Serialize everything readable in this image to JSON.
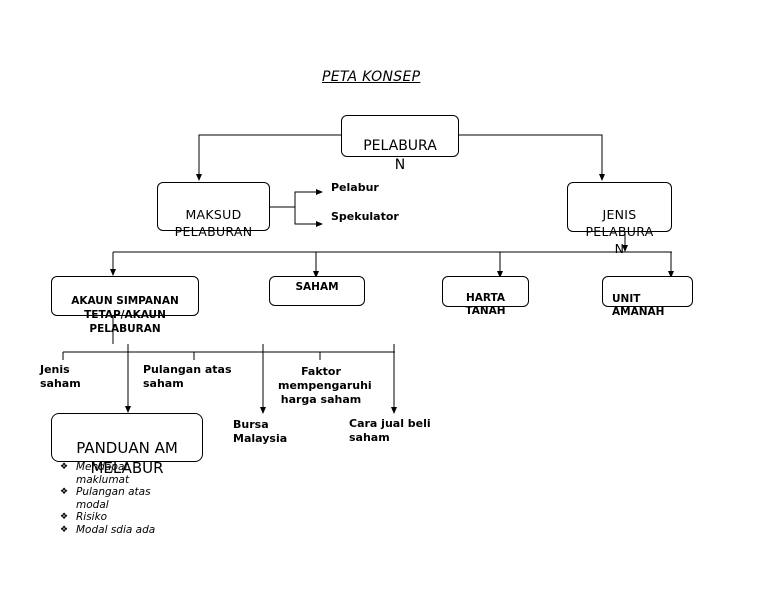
{
  "title": "PETA KONSEP",
  "nodes": {
    "root": "PELABURA\nN",
    "maksud": "MAKSUD\nPELABURAN",
    "jenis": "JENIS\nPELABURA\nN",
    "akaun": "AKAUN SIMPANAN\nTETAP/AKAUN\nPELABURAN",
    "saham": "SAHAM",
    "harta": "HARTA\nTANAH",
    "unit": "UNIT\nAMANAH",
    "panduan": "PANDUAN AM\nMELABUR"
  },
  "labels": {
    "pelabur": "Pelabur",
    "spekulator": "Spekulator",
    "jenis_saham": "Jenis\nsaham",
    "pulangan_saham": "Pulangan atas\nsaham",
    "faktor": "Faktor\nmempengaruhi\nharga saham",
    "bursa": "Bursa\nMalaysia",
    "cara_jual": "Cara jual beli\nsaham"
  },
  "panduan_points": [
    "Mendapat maklumat",
    "Pulangan atas modal",
    "Risiko",
    "Modal sdia ada"
  ],
  "bullet_glyph": "❖"
}
